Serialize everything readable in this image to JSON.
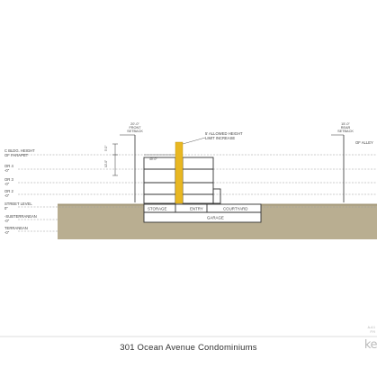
{
  "drawing": {
    "title": "301 Ocean Avenue Condominiums",
    "logo_text": "ke",
    "sheet_code_1": "A-4.1",
    "sheet_code_2": "FYI",
    "colors": {
      "ground": "#b9ae91",
      "ground_dark": "#a59a7c",
      "wall": "#e8b722",
      "line": "#333333",
      "dashed": "#9a9a9a"
    },
    "left_labels": [
      {
        "text": "C BLDG. HEIGHT",
        "sub": "OF PARAPET"
      },
      {
        "text": "OR 4",
        "sub": "-0\""
      },
      {
        "text": "OR 3",
        "sub": "-0\""
      },
      {
        "text": "OR 2",
        "sub": "-0\""
      },
      {
        "text": "STREET LEVEL",
        "sub": "0\""
      },
      {
        "text": "-SUBTERRANEAN",
        "sub": "-0\""
      },
      {
        "text": "TERRANEAN",
        "sub": "-0\""
      }
    ],
    "front_setback": {
      "dim": "20'-0\"",
      "line1": "FRONT",
      "line2": "SETBACK"
    },
    "rear_setback": {
      "dim": "15'-0\"",
      "line1": "REAR",
      "line2": "SETBACK"
    },
    "height_note": {
      "line1": "5' ALLOWED HEIGHT",
      "line2": "LIMIT INCREASE"
    },
    "alley_label": "OF ALLEY",
    "height_dims": {
      "a": "5'-0\"",
      "b": "10'-0\""
    },
    "small_dim": "40'-0\"",
    "rooms": {
      "storage": "STORAGE",
      "entry": "ENTRY",
      "courtyard": "COURTYARD",
      "garage": "GARAGE"
    }
  }
}
